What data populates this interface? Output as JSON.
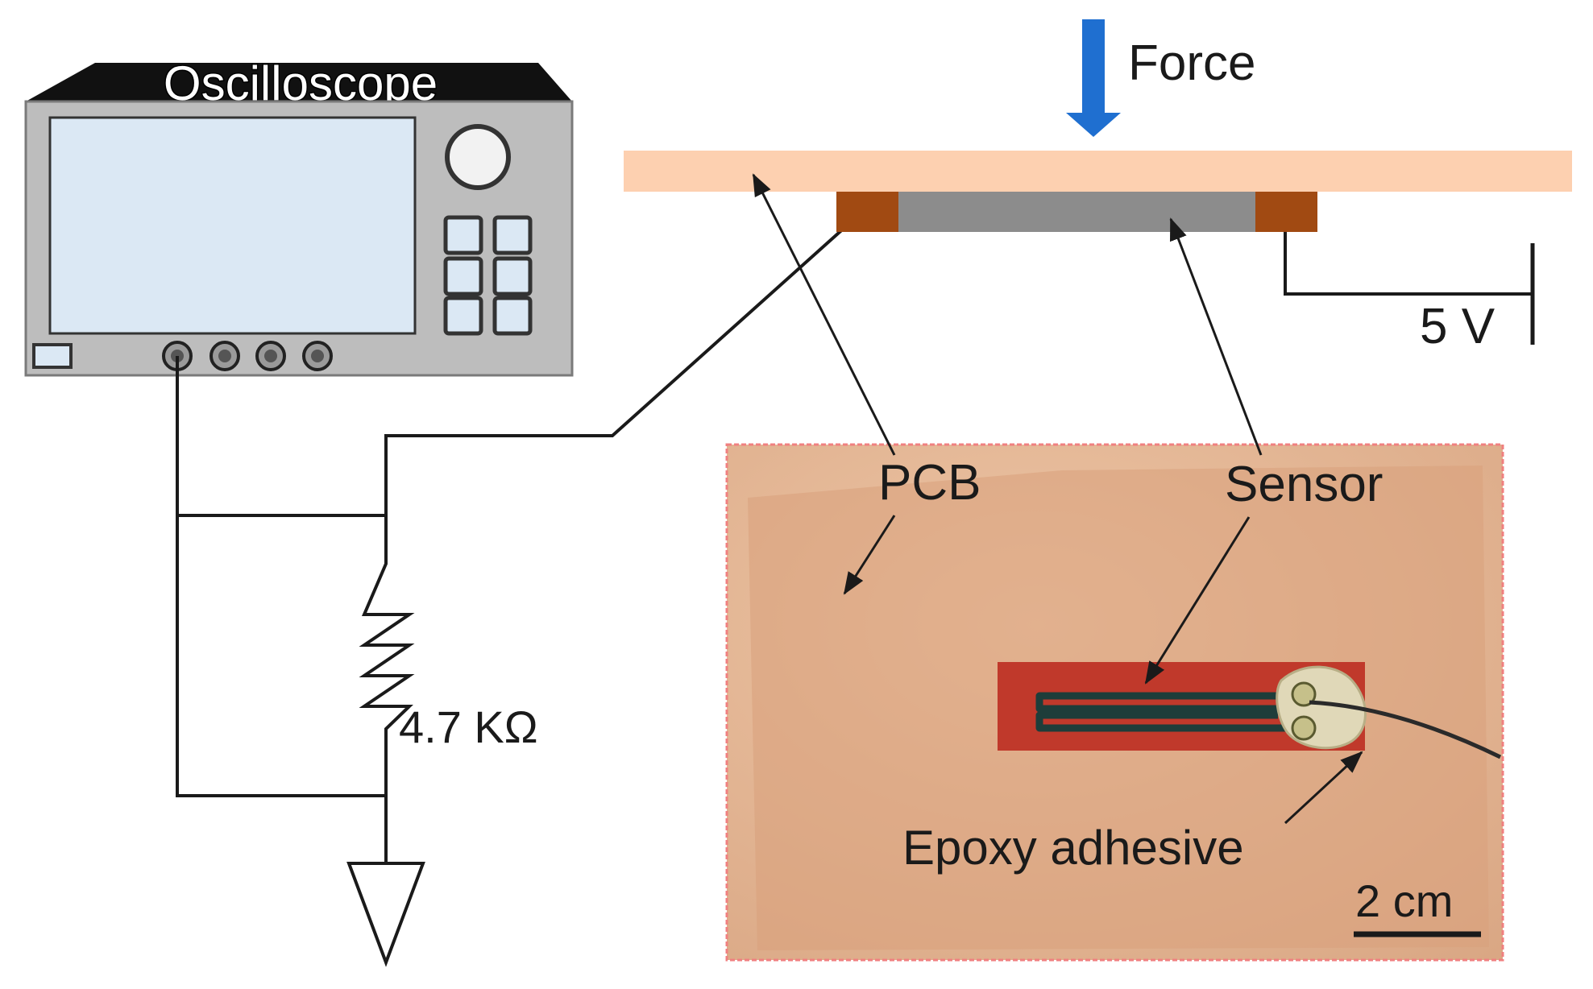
{
  "labels": {
    "oscilloscope": "Oscilloscope",
    "force": "Force",
    "voltage": "5 V",
    "resistor": "4.7 KΩ",
    "pcb": "PCB",
    "sensor": "Sensor",
    "epoxy": "Epoxy  adhesive",
    "scale_bar": "2 cm"
  },
  "colors": {
    "pcb_board": "#fdd0b0",
    "electrode_pad": "#a14a12",
    "sensor_film": "#8c8c8c",
    "force_arrow": "#1f6fd0",
    "oscilloscope_body": "#bdbdbd",
    "oscilloscope_screen": "#dbe8f4",
    "photo_background": "#e2b290",
    "sensor_trace": "#c0392b",
    "photo_border": "#f08080"
  }
}
